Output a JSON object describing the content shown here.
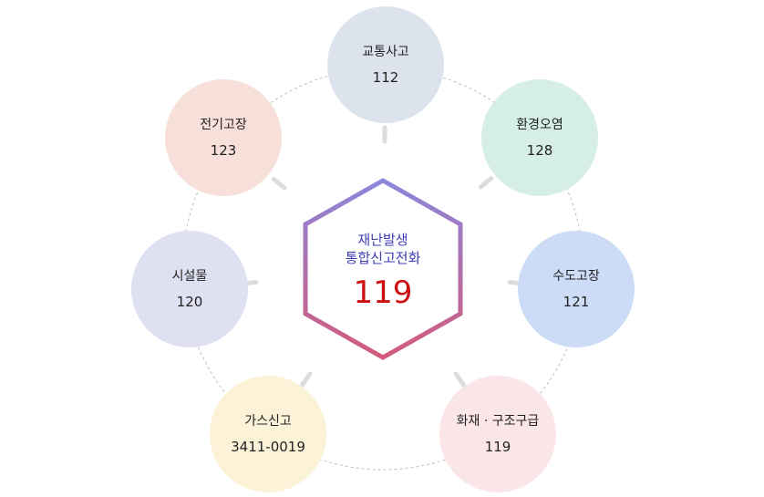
{
  "center": {
    "line1": "재난발생",
    "line2": "통합신고전화",
    "number": "119"
  },
  "nodes": [
    {
      "label": "교통사고",
      "number": "112",
      "color": "#dce3ec"
    },
    {
      "label": "환경오염",
      "number": "128",
      "color": "#d5efe6"
    },
    {
      "label": "수도고장",
      "number": "121",
      "color": "#ccdcf6"
    },
    {
      "label": "화재 · 구조구급",
      "number": "119",
      "color": "#fae6e8"
    },
    {
      "label": "가스신고",
      "number": "3411-0019",
      "color": "#fcf2d8"
    },
    {
      "label": "시설물",
      "number": "120",
      "color": "#dfe0f1"
    },
    {
      "label": "전기고장",
      "number": "123",
      "color": "#f7e0d9"
    }
  ],
  "colors": {
    "hexagon_top": "#8c86dc",
    "hexagon_bottom": "#d35a7c",
    "center_text": "#3d3db6",
    "center_number": "#cc1010"
  }
}
